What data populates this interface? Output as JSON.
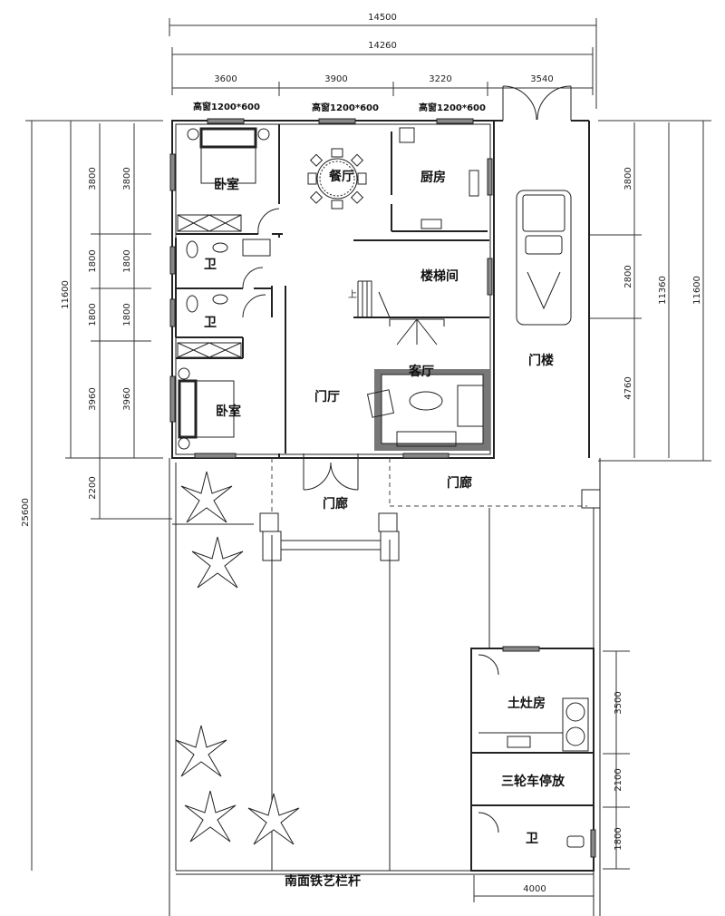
{
  "dimensions": {
    "top_total": "14500",
    "top_inner": "14260",
    "top_segments": [
      "3600",
      "3900",
      "3220",
      "3540"
    ],
    "left_total": "25600",
    "left_house": "11600",
    "left_segments_outer": [
      "3800",
      "1800",
      "1800",
      "3960"
    ],
    "left_segments_inner": [
      "3800",
      "1800",
      "1800",
      "3960"
    ],
    "left_porch": "2200",
    "right_segments": [
      "3800",
      "2800",
      "4760"
    ],
    "right_mid": "11360",
    "right_total": "11600",
    "annex_segments": [
      "3500",
      "2100",
      "1800"
    ],
    "annex_width": "4000"
  },
  "windows": [
    "高窗1200*600",
    "高窗1200*600",
    "高窗1200*600"
  ],
  "rooms": {
    "bedroom_1": "卧室",
    "bedroom_2": "卧室",
    "bath_1": "卫",
    "bath_2": "卫",
    "dining": "餐厅",
    "kitchen": "厨房",
    "stairs": "楼梯间",
    "stair_up": "上",
    "living": "客厅",
    "foyer": "门厅",
    "gatehouse": "门楼",
    "porch_1": "门廊",
    "porch_2": "门廊",
    "stove_room": "土灶房",
    "tricycle": "三轮车停放",
    "bath_3": "卫"
  },
  "fence_label": "南面铁艺栏杆"
}
